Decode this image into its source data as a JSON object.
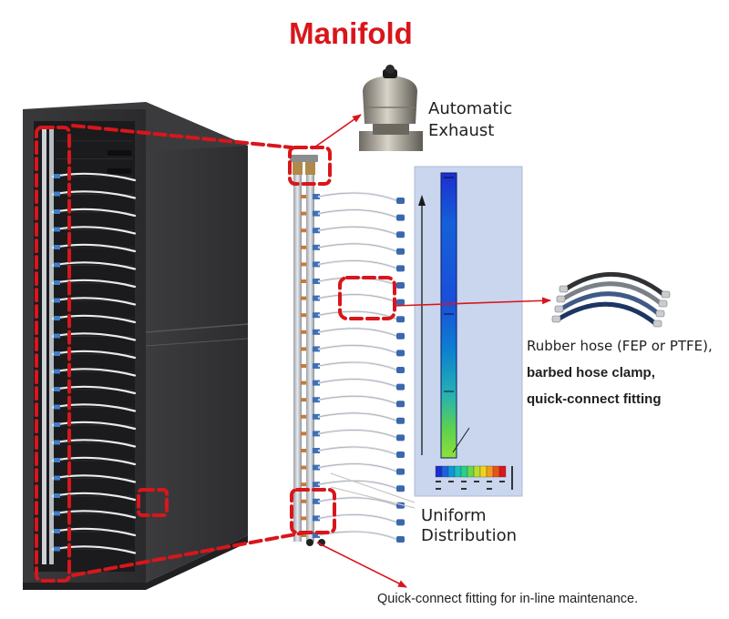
{
  "title": "Manifold",
  "labels": {
    "exhaust": [
      "Automatic",
      "Exhaust"
    ],
    "hose": [
      "Rubber hose (FEP or PTFE),",
      "barbed hose clamp,",
      "quick-connect fitting"
    ],
    "uniform": [
      "Uniform",
      "Distribution"
    ],
    "quick_connect": "Quick-connect fitting for in-line maintenance."
  },
  "colors": {
    "title": "#d8161b",
    "callout": "#d8161b",
    "rack": "#2a2a2c",
    "sim_background": "#c9d6ee"
  },
  "icons": [
    "server-rack",
    "manifold",
    "exhaust-valve",
    "hose-bundle",
    "cfd-simulation"
  ]
}
